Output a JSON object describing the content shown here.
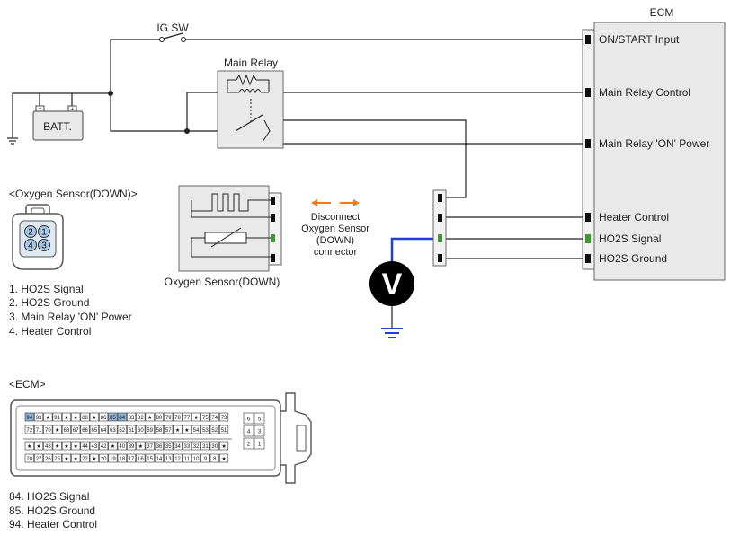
{
  "ecm": {
    "title": "ECM",
    "pins": [
      {
        "label": "ON/START Input",
        "color": "#222222"
      },
      {
        "label": "Main Relay Control",
        "color": "#222222"
      },
      {
        "label": "Main Relay 'ON' Power",
        "color": "#222222"
      },
      {
        "label": "Heater Control",
        "color": "#222222"
      },
      {
        "label": "HO2S Signal",
        "color": "#3a9a2e"
      },
      {
        "label": "HO2S Ground",
        "color": "#222222"
      }
    ]
  },
  "ig_switch": {
    "label": "IG SW"
  },
  "main_relay": {
    "label": "Main Relay"
  },
  "battery": {
    "label": "BATT."
  },
  "voltmeter": {
    "label": "V"
  },
  "sensor": {
    "caption": "Oxygen Sensor(DOWN)",
    "title": "<Oxygen Sensor(DOWN)>",
    "pin_numbers": [
      "2",
      "1",
      "4",
      "3"
    ],
    "legend": [
      {
        "text": "1. HO2S Signal",
        "color": "#3a9a2e"
      },
      {
        "text": "2. HO2S Ground",
        "color": "#222222"
      },
      {
        "text": "3. Main Relay 'ON' Power",
        "color": "#222222"
      },
      {
        "text": "4. Heater Control",
        "color": "#222222"
      }
    ]
  },
  "disconnect_note": [
    "Disconnect",
    "Oxygen Sensor",
    "(DOWN)",
    "connector"
  ],
  "ecm_connector": {
    "title": "<ECM>",
    "row1": [
      "94",
      "93",
      "★",
      "91",
      "★",
      "★",
      "88",
      "★",
      "86",
      "85",
      "84",
      "83",
      "82",
      "★",
      "80",
      "79",
      "78",
      "77",
      "★",
      "75",
      "74",
      "73"
    ],
    "row2": [
      "72",
      "71",
      "70",
      "★",
      "68",
      "67",
      "66",
      "65",
      "64",
      "63",
      "62",
      "61",
      "60",
      "59",
      "58",
      "57",
      "★",
      "★",
      "54",
      "53",
      "52",
      "51"
    ],
    "row3": [
      "★",
      "★",
      "48",
      "★",
      "★",
      "★",
      "44",
      "43",
      "42",
      "★",
      "40",
      "39",
      "★",
      "37",
      "36",
      "35",
      "34",
      "33",
      "32",
      "31",
      "30",
      "★"
    ],
    "row4": [
      "28",
      "27",
      "26",
      "25",
      "★",
      "★",
      "22",
      "★",
      "20",
      "19",
      "18",
      "17",
      "16",
      "15",
      "14",
      "13",
      "12",
      "11",
      "10",
      "9",
      "8",
      "★"
    ],
    "side": [
      "6",
      "5",
      "4",
      "3",
      "2",
      "1"
    ],
    "highlight": [
      "94",
      "85",
      "84"
    ],
    "legend": [
      {
        "text": "84. HO2S Signal",
        "color": "#3a9a2e"
      },
      {
        "text": "85. HO2S Ground",
        "color": "#222222"
      },
      {
        "text": "94. Heater Control",
        "color": "#222222"
      }
    ]
  },
  "colors": {
    "wire": "#222222",
    "signal_wire": "#1f3fd6",
    "arrow": "#f07a1a",
    "highlight": "#8fb4d9"
  }
}
